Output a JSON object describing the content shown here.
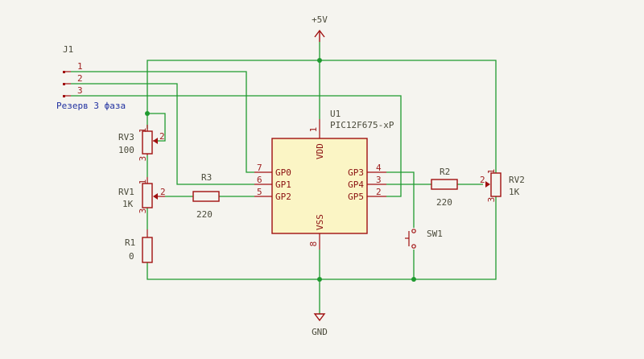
{
  "power": {
    "vcc": "+5V",
    "gnd": "GND"
  },
  "j1": {
    "ref": "J1",
    "pins": [
      "1",
      "2",
      "3"
    ],
    "net_label": "Резерв 3 фаза"
  },
  "u1": {
    "ref": "U1",
    "value": "PIC12F675-xP",
    "vdd": "VDD",
    "vss": "VSS",
    "vdd_pin": "1",
    "vss_pin": "8",
    "left_pins": [
      {
        "num": "7",
        "name": "GP0"
      },
      {
        "num": "6",
        "name": "GP1"
      },
      {
        "num": "5",
        "name": "GP2"
      }
    ],
    "right_pins": [
      {
        "num": "4",
        "name": "GP3"
      },
      {
        "num": "3",
        "name": "GP4"
      },
      {
        "num": "2",
        "name": "GP5"
      }
    ]
  },
  "rv3": {
    "ref": "RV3",
    "value": "100",
    "p1": "1",
    "p2": "2",
    "p3": "3"
  },
  "rv1": {
    "ref": "RV1",
    "value": "1K",
    "p1": "1",
    "p2": "2",
    "p3": "3"
  },
  "r1": {
    "ref": "R1",
    "value": "0"
  },
  "r3": {
    "ref": "R3",
    "value": "220"
  },
  "r2": {
    "ref": "R2",
    "value": "220"
  },
  "rv2": {
    "ref": "RV2",
    "value": "1K",
    "p1": "1",
    "p2": "2",
    "p3": "3"
  },
  "sw1": {
    "ref": "SW1"
  }
}
